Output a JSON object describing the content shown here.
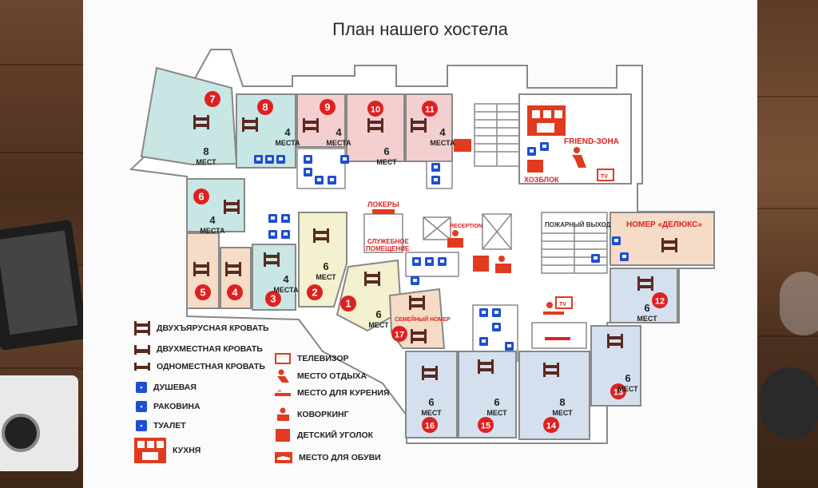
{
  "title": "План нашего хостела",
  "rooms": [
    {
      "num": "7",
      "beds": "8",
      "unit": "МЕСТ"
    },
    {
      "num": "8",
      "beds": "4",
      "unit": "МЕСТА"
    },
    {
      "num": "9",
      "beds": "4",
      "unit": "МЕСТА"
    },
    {
      "num": "10",
      "beds": "6",
      "unit": "МЕСТ"
    },
    {
      "num": "11",
      "beds": "4",
      "unit": "МЕСТА"
    },
    {
      "num": "6",
      "beds": "4",
      "unit": "МЕСТА"
    },
    {
      "num": "5",
      "beds": "",
      "unit": ""
    },
    {
      "num": "4",
      "beds": "",
      "unit": ""
    },
    {
      "num": "3",
      "beds": "4",
      "unit": "МЕСТА"
    },
    {
      "num": "2",
      "beds": "6",
      "unit": "МЕСТ"
    },
    {
      "num": "1",
      "beds": "6",
      "unit": "МЕСТ"
    },
    {
      "num": "17",
      "beds": "",
      "unit": ""
    },
    {
      "num": "16",
      "beds": "6",
      "unit": "МЕСТ"
    },
    {
      "num": "15",
      "beds": "6",
      "unit": "МЕСТ"
    },
    {
      "num": "14",
      "beds": "8",
      "unit": "МЕСТ"
    },
    {
      "num": "13",
      "beds": "6",
      "unit": "МЕСТ"
    },
    {
      "num": "12",
      "beds": "6",
      "unit": "МЕСТ"
    }
  ],
  "labels": {
    "friend_zone": "FRIEND-ЗОНА",
    "lockers": "ЛОКЕРЫ",
    "service_room_1": "СЛУЖЕБНОЕ",
    "service_room_2": "ПОМЕЩЕНИЕ",
    "reception": "RECEPTION",
    "utility": "ХОЗБЛОК",
    "fire_exit": "ПОЖАРНЫЙ ВЫХОД",
    "deluxe": "НОМЕР «ДЕЛЮКС»",
    "family": "СЕМЕЙНЫЙ НОМЕР",
    "tv": "TV"
  },
  "legend": {
    "bunk_bed": "ДВУХЪЯРУСНАЯ КРОВАТЬ",
    "double_bed": "ДВУХМЕСТНАЯ КРОВАТЬ",
    "single_bed": "ОДНОМЕСТНАЯ КРОВАТЬ",
    "shower": "ДУШЕВАЯ",
    "sink": "РАКОВИНА",
    "toilet": "ТУАЛЕТ",
    "kitchen": "КУХНЯ",
    "tv": "ТЕЛЕВИЗОР",
    "rest": "МЕСТО ОТДЫХА",
    "smoking": "МЕСТО ДЛЯ КУРЕНИЯ",
    "coworking": "КОВОРКИНГ",
    "kids": "ДЕТСКИЙ УГОЛОК",
    "shoes": "МЕСТО ДЛЯ ОБУВИ"
  },
  "colors": {
    "teal": "#c8e6e4",
    "pink": "#f4cfd0",
    "peach": "#f6dcc6",
    "yellow": "#f3f1cf",
    "blue": "#d4e0ee",
    "red": "#e02020",
    "bed": "#5a2a22",
    "fixture": "#1f4fd1"
  }
}
